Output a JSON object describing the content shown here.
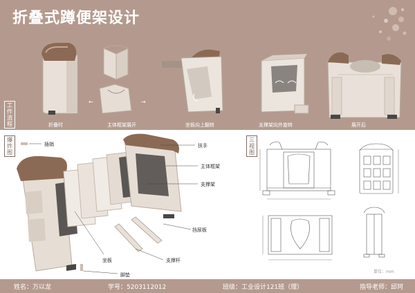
{
  "title": "折叠式蹲便架设计",
  "process": {
    "section_label": "工作流程",
    "steps": [
      "折叠时",
      "主体框架展开",
      "坐板向上翻转",
      "支撑架向外旋转",
      "展开后"
    ]
  },
  "explode": {
    "section_label": "爆炸图",
    "callouts": {
      "pin": "插销",
      "handle": "扶手",
      "main_frame": "主体框架",
      "support_frame": "支撑架",
      "barrier": "挡尿板",
      "seat": "坐板",
      "support_rod": "支撑杆",
      "foot_pad": "脚垫"
    }
  },
  "views": {
    "section_label": "三视图",
    "unit": "单位：mm"
  },
  "footer": {
    "name": "姓名：万以龙",
    "student_id": "学号：5203112012",
    "class": "班级：工业设计121班（理）",
    "advisor": "指导老师：邱珂"
  },
  "colors": {
    "band": "#b49a8e",
    "bronze": "#8b6a55",
    "body": "#e8dfd6",
    "dark": "#4a4644"
  }
}
